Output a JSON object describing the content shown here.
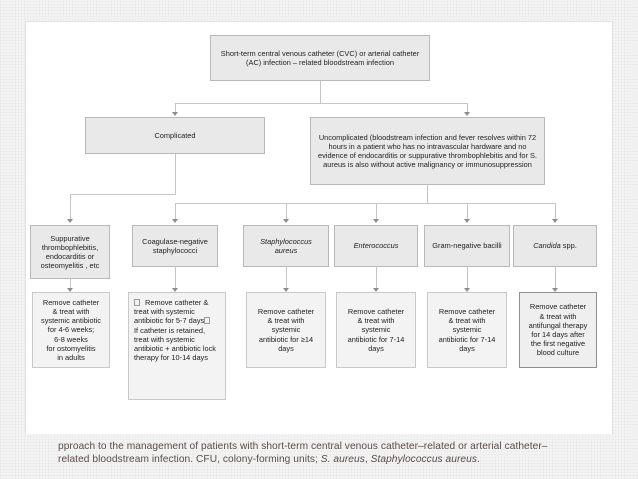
{
  "slide": {
    "caption_line1": "pproach to the management of patients with short-term central venous catheter–related or arterial catheter–",
    "caption_line2_a": "related bloodstream infection. CFU, colony-forming units; ",
    "caption_line2_b": "S. aureus",
    "caption_line2_c": ", ",
    "caption_line2_d": "Staphylococcus aureus",
    "caption_line2_e": ".",
    "colors": {
      "box_fill": "#e9e9e9",
      "box_border": "#b9b9b9",
      "connector": "#c5c5c5",
      "arrow": "#8d8d8d",
      "caption_text": "#5d4b46",
      "canvas": "#ffffff",
      "slide_bg": "#f4f4f4"
    }
  },
  "flowchart": {
    "root": {
      "label": "Short-term central venous catheter (CVC) or arterial catheter (AC) infection – related bloodstream infection"
    },
    "level2": [
      {
        "id": "complicated",
        "label": "Complicated"
      },
      {
        "id": "uncomplicated",
        "label": "Uncomplicated (bloodstream infection and fever resolves within 72 hours in a patient who has no intravascular hardware and no evidence of endocarditis or suppurative thrombophlebitis and for S. aureus is also without active malignancy or immunosuppression"
      }
    ],
    "categories": [
      {
        "id": "suppurative",
        "label": "Suppurative thrombophlebitis, endocarditis or osteomyelitis , etc",
        "italic": false
      },
      {
        "id": "cons",
        "label": "Coagulase-negative staphylococci",
        "italic": false
      },
      {
        "id": "s-aureus",
        "label": "Staphylococcus aureus",
        "italic": true
      },
      {
        "id": "enterococcus",
        "label": "Enterococcus",
        "italic": true
      },
      {
        "id": "gram-negative",
        "label": "Gram-negative bacilli",
        "italic": false
      },
      {
        "id": "candida",
        "label_italic": "Candida",
        "label_rest": " spp.",
        "italic": true
      }
    ],
    "treatments": [
      {
        "id": "suppurative-tx",
        "type": "plain",
        "lines": [
          "Remove catheter",
          "& treat with",
          "systemic antibiotic",
          "for 4-6 weeks;",
          "6-8 weeks",
          "for ostomyelitis",
          "in adults"
        ]
      },
      {
        "id": "cons-tx",
        "type": "bullets",
        "bullets": [
          "Remove catheter & treat with systemic antibiotic for 5-7 days",
          "If catheter is retained, treat with systemic antibiotic + antibiotic lock therapy for 10-14 days"
        ]
      },
      {
        "id": "s-aureus-tx",
        "type": "plain",
        "lines": [
          "Remove catheter",
          "& treat with",
          "systemic",
          "antibiotic for ≥14",
          "days"
        ]
      },
      {
        "id": "enterococcus-tx",
        "type": "plain",
        "lines": [
          "Remove catheter",
          "& treat with",
          "systemic",
          "antibiotic for 7-14",
          "days"
        ]
      },
      {
        "id": "gram-negative-tx",
        "type": "plain",
        "lines": [
          "Remove catheter",
          "& treat with",
          "systemic",
          "antibiotic for  7-14",
          "days"
        ]
      },
      {
        "id": "candida-tx",
        "type": "plain",
        "lines": [
          "Remove catheter",
          "& treat with",
          "antifungal therapy",
          "for 14 days after",
          "the first negative",
          "blood culture"
        ]
      }
    ]
  }
}
